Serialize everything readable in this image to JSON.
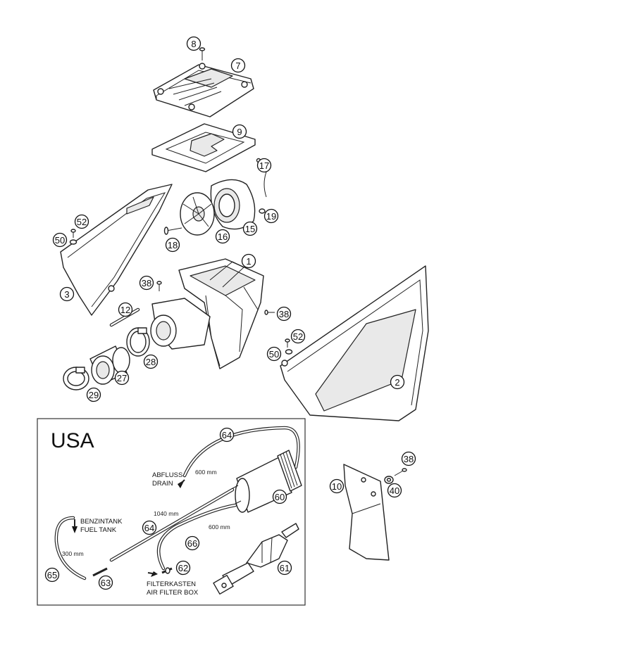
{
  "inset": {
    "title": "USA",
    "labels": {
      "drain_de": "ABFLUSS",
      "drain_en": "DRAIN",
      "fuel_de": "BENZINTANK",
      "fuel_en": "FUEL TANK",
      "filterbox_de": "FILTERKASTEN",
      "filterbox_en": "AIR FILTER BOX"
    },
    "dimensions": {
      "d600_top": "600 mm",
      "d1040": "1040 mm",
      "d600_mid": "600 mm",
      "d300": "300 mm"
    }
  },
  "callouts": {
    "c8": "8",
    "c7": "7",
    "c9": "9",
    "c17": "17",
    "c52a": "52",
    "c50a": "50",
    "c19": "19",
    "c15": "15",
    "c16": "16",
    "c18": "18",
    "c1": "1",
    "c3": "3",
    "c38a": "38",
    "c12": "12",
    "c38b": "38",
    "c52b": "52",
    "c50b": "50",
    "c28": "28",
    "c27": "27",
    "c29": "29",
    "c2": "2",
    "c64a": "64",
    "c60": "60",
    "c64b": "64",
    "c66": "66",
    "c62": "62",
    "c61": "61",
    "c65": "65",
    "c63": "63",
    "c38c": "38",
    "c10": "10",
    "c40": "40"
  }
}
